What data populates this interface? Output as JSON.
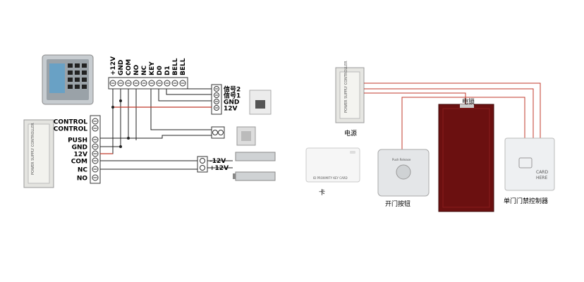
{
  "left_diagram": {
    "terminal_top": [
      "+12V",
      "GND",
      "COM",
      "NO",
      "NC",
      "KEY",
      "D0",
      "D1",
      "BELL",
      "BELL"
    ],
    "reader_terms": [
      "信号2",
      "信号1",
      "GND",
      "12V"
    ],
    "controller_left": [
      "CONTROL",
      "CONTROL",
      "PUSH",
      "GND",
      "12V",
      "COM",
      "NC",
      "NO"
    ],
    "lock_terms": [
      "-12V",
      "+12V"
    ],
    "controller_box_text": "POWER SUPPLY CONTROLLER"
  },
  "right_diagram": {
    "power_label": "电源",
    "power_box_text": "POWER SUPPLY CONTROLLER",
    "card_label": "卡",
    "card_text": "ID PROXIMITY KEY CARD",
    "button_label": "开门按钮",
    "button_text": "Push Release",
    "lock_label": "电锁",
    "controller_label": "单门门禁控制器",
    "controller_text_1": "CARD",
    "controller_text_2": "HERE"
  },
  "colors": {
    "wire_red": "#c0392b",
    "door": "#6b1010",
    "wire_black": "#222222"
  }
}
